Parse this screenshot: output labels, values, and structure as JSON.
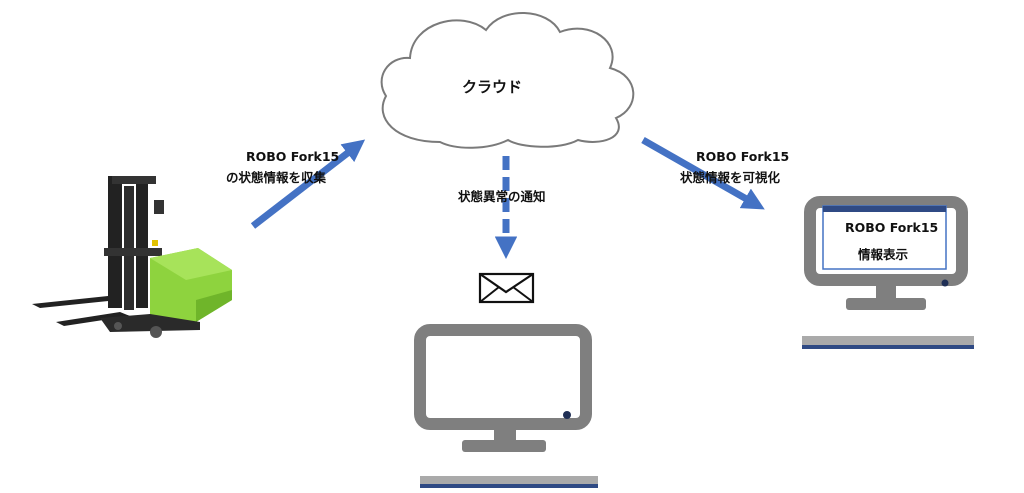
{
  "cloud": {
    "label": "クラウド"
  },
  "left_arrow": {
    "line1": "ROBO Fork15",
    "line2": "の状態情報を収集"
  },
  "center_arrow": {
    "label": "状態異常の通知"
  },
  "right_arrow": {
    "line1": "ROBO Fork15",
    "line2": "状態情報を可視化"
  },
  "right_screen": {
    "title": "ROBO Fork15",
    "subtitle": "情報表示"
  },
  "colors": {
    "arrow": "#4472c4",
    "monitor_gray": "#7f7f7f",
    "forklift_green": "#8ed33e",
    "keyboard_blue": "#2f4a84"
  }
}
